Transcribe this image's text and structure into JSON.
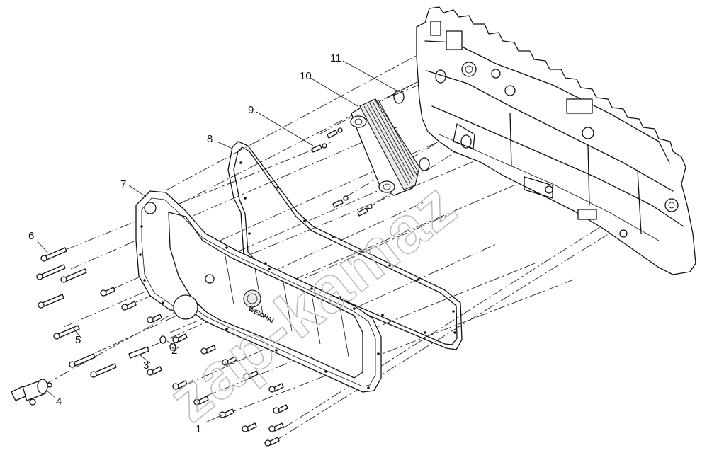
{
  "watermark": "zap-kamaz",
  "cover_brand": "WEICHAI",
  "callouts": [
    {
      "id": "1",
      "label": "1"
    },
    {
      "id": "2",
      "label": "2"
    },
    {
      "id": "3",
      "label": "3"
    },
    {
      "id": "4",
      "label": "4"
    },
    {
      "id": "5",
      "label": "5"
    },
    {
      "id": "6",
      "label": "6"
    },
    {
      "id": "7",
      "label": "7"
    },
    {
      "id": "8",
      "label": "8"
    },
    {
      "id": "9",
      "label": "9"
    },
    {
      "id": "10",
      "label": "10"
    },
    {
      "id": "11",
      "label": "11"
    }
  ]
}
